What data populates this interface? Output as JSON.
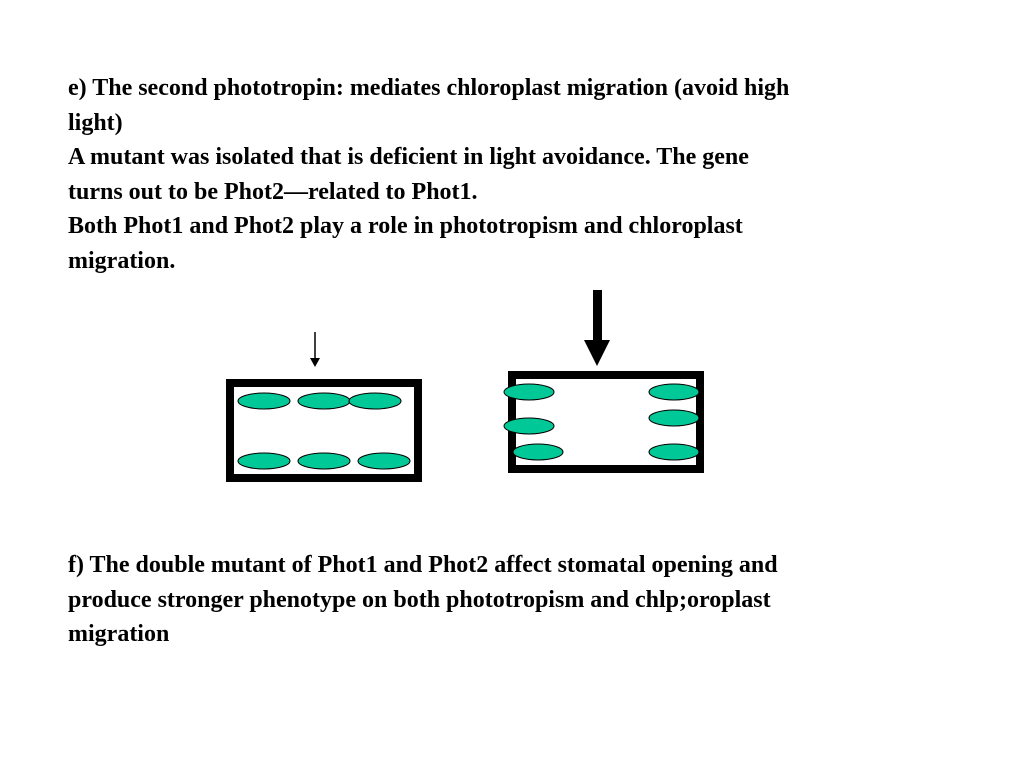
{
  "section_e": {
    "lines": [
      "e) The second phototropin: mediates chloroplast migration (avoid high",
      "light)",
      "A mutant was isolated that is deficient in light avoidance. The gene",
      "turns out to be Phot2—related to Phot1.",
      "Both Phot1 and Phot2 play a role in phototropism and chloroplast",
      "migration."
    ]
  },
  "section_f": {
    "lines": [
      "f) The double mutant of Phot1 and Phot2 affect stomatal opening and",
      "produce stronger phenotype on both phototropism and chlp;oroplast",
      "migration"
    ]
  },
  "diagram": {
    "chloroplast_color": "#00C896",
    "low_light_cell": {
      "light_intensity": "low",
      "chloroplast_count": 6
    },
    "high_light_cell": {
      "light_intensity": "high",
      "chloroplast_count": 6
    }
  }
}
